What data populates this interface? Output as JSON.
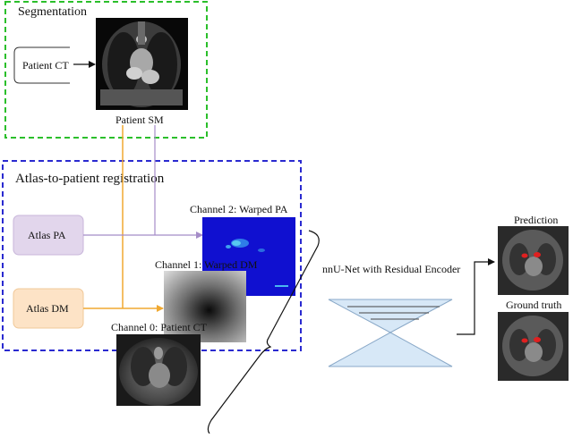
{
  "segmentation": {
    "title": "Segmentation",
    "patient_ct_label": "Patient CT",
    "patient_sm_label": "Patient SM",
    "box_color": "#2bbf2b"
  },
  "registration": {
    "title": "Atlas-to-patient registration",
    "atlas_pa_label": "Atlas PA",
    "atlas_dm_label": "Atlas DM",
    "box_color": "#2a2ad0",
    "atlas_pa_color": "#e2d6ec",
    "atlas_dm_color": "#fde3c6"
  },
  "channels": {
    "channel2_label": "Channel 2: Warped PA",
    "channel1_label": "Channel 1: Warped DM",
    "channel0_label": "Channel 0: Patient CT"
  },
  "network": {
    "label": "nnU-Net with Residual Encoder",
    "fill_color": "#d7e8f7"
  },
  "outputs": {
    "prediction_label": "Prediction",
    "ground_truth_label": "Ground truth"
  },
  "connector_colors": {
    "orange": "#f0a830",
    "purple": "#a58cc8"
  }
}
